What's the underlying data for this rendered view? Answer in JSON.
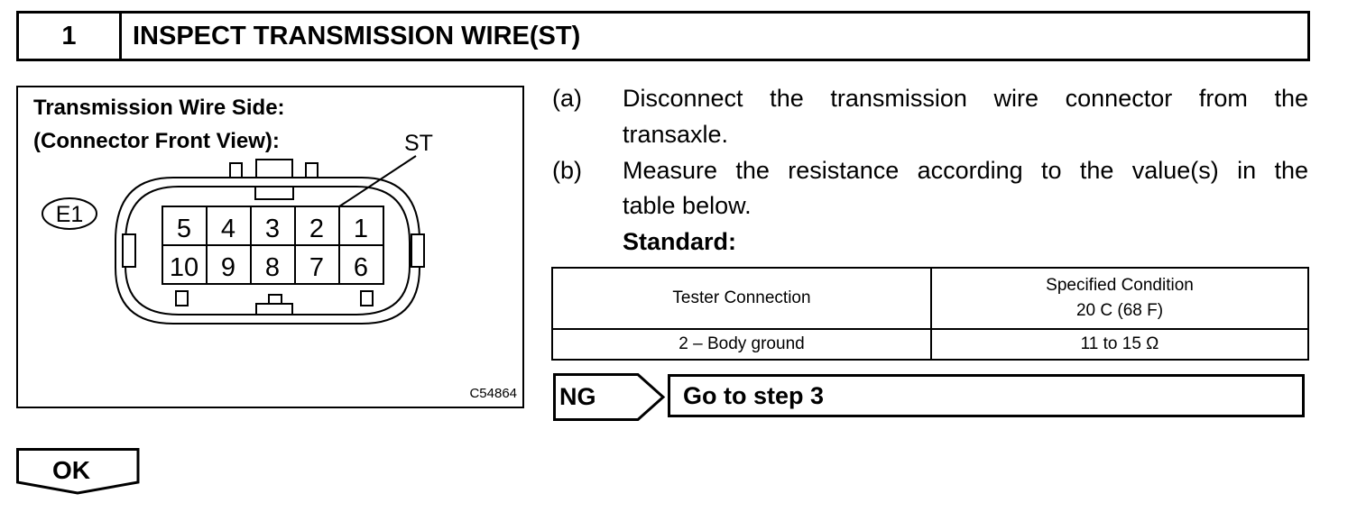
{
  "header": {
    "step_number": "1",
    "title": "INSPECT TRANSMISSION WIRE(ST)"
  },
  "figure": {
    "caption_line1": "Transmission Wire Side:",
    "caption_line2": "(Connector Front View):",
    "connector_code": "E1",
    "terminal_callout": "ST",
    "pins_top": [
      "5",
      "4",
      "3",
      "2",
      "1"
    ],
    "pins_bottom": [
      "10",
      "9",
      "8",
      "7",
      "6"
    ],
    "figure_id": "C54864"
  },
  "steps": [
    {
      "label": "(a)",
      "line1": "Disconnect the transmission wire connector from the",
      "line2": "transaxle."
    },
    {
      "label": "(b)",
      "line1": "Measure the resistance according to the value(s) in the",
      "line2": "table below."
    }
  ],
  "standard_label": "Standard:",
  "spec_table": {
    "headers": [
      "Tester Connection",
      "Specified Condition"
    ],
    "header_sub": "20  C (68  F)",
    "rows": [
      [
        "2 – Body ground",
        "11 to 15 Ω"
      ]
    ]
  },
  "ng": {
    "label": "NG",
    "action": "Go to step 3"
  },
  "ok": {
    "label": "OK"
  }
}
